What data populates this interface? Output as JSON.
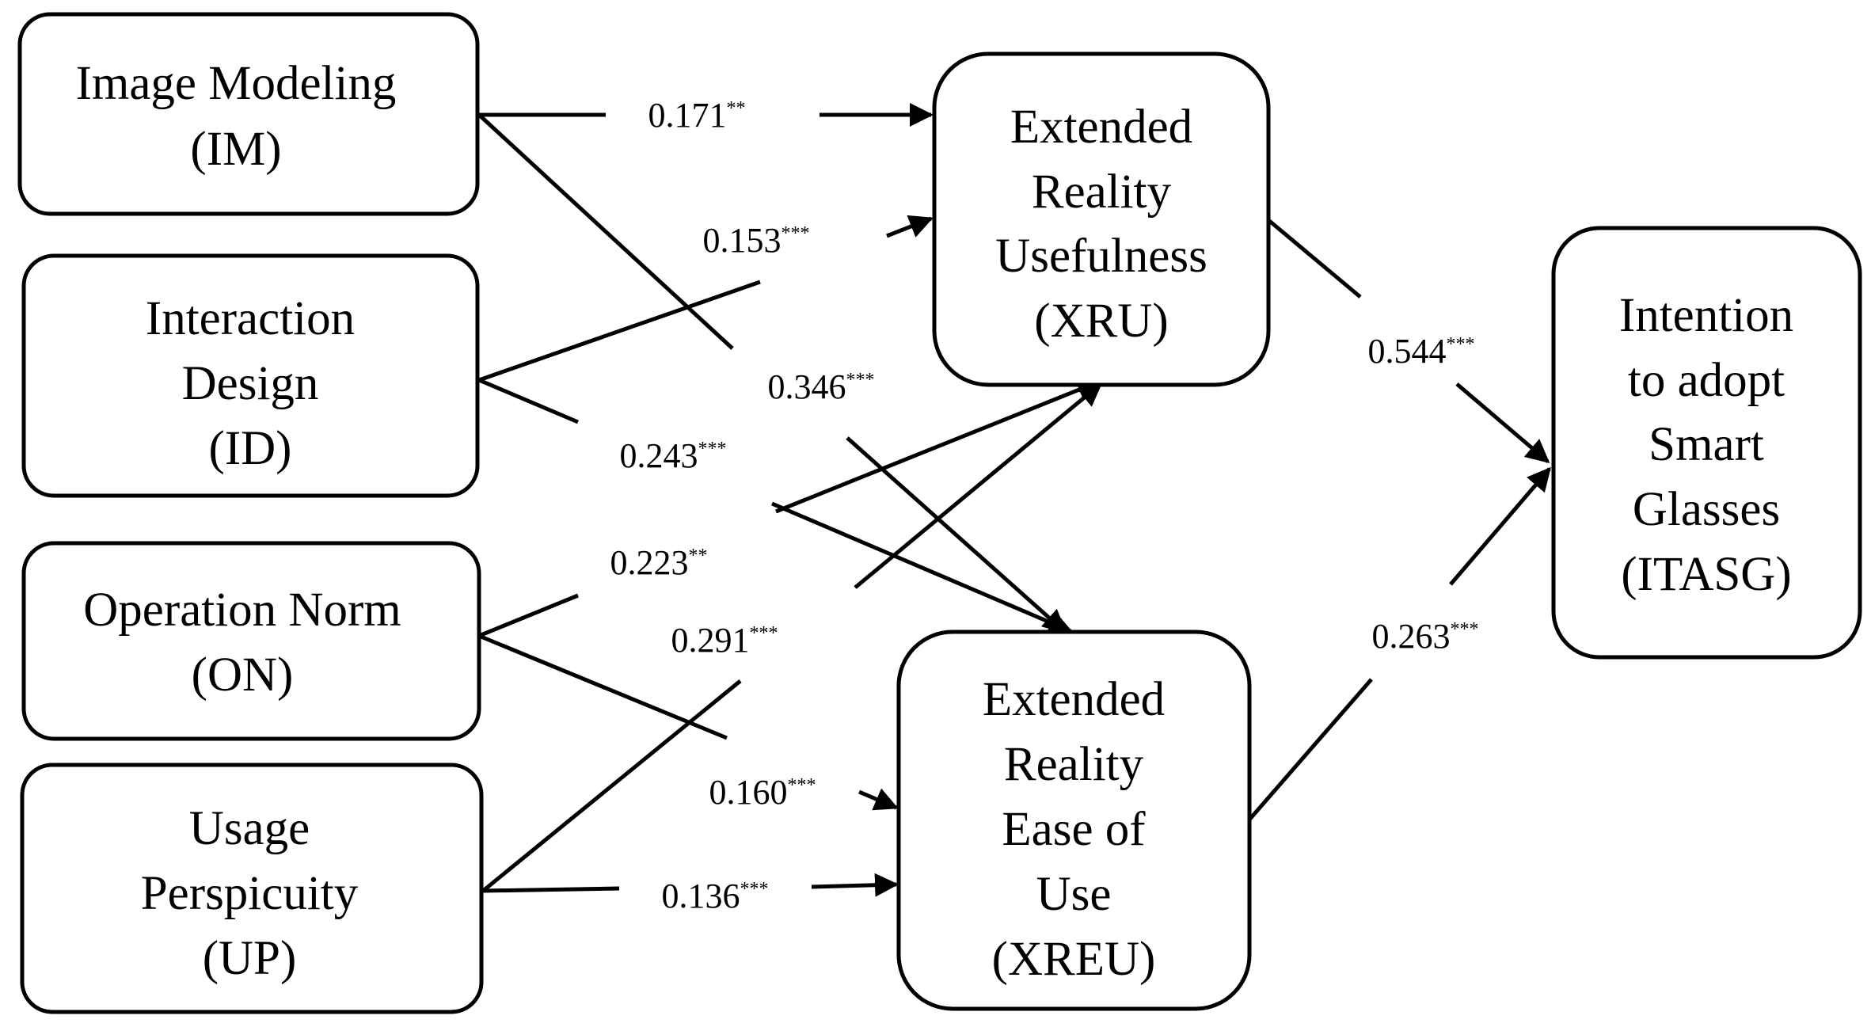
{
  "nodes": {
    "im": {
      "lines": [
        "Image Modeling",
        "(IM)"
      ]
    },
    "id": {
      "lines": [
        "Interaction",
        "Design",
        "(ID)"
      ]
    },
    "on": {
      "lines": [
        "Operation Norm",
        "(ON)"
      ]
    },
    "up": {
      "lines": [
        "Usage",
        "Perspicuity",
        "(UP)"
      ]
    },
    "xru": {
      "lines": [
        "Extended",
        "Reality",
        "Usefulness",
        "(XRU)"
      ]
    },
    "xreu": {
      "lines": [
        "Extended",
        "Reality",
        "Ease of",
        "Use",
        "(XREU)"
      ]
    },
    "itasg": {
      "lines": [
        "Intention",
        "to adopt",
        "Smart",
        "Glasses",
        "(ITASG)"
      ]
    }
  },
  "paths": {
    "im_xru": {
      "value": "0.171",
      "sig": "**"
    },
    "id_xru": {
      "value": "0.153",
      "sig": "***"
    },
    "im_xreu": {
      "value": "0.346",
      "sig": "***"
    },
    "id_xreu": {
      "value": "0.243",
      "sig": "***"
    },
    "on_xru": {
      "value": "0.223",
      "sig": "**"
    },
    "up_xru": {
      "value": "0.291",
      "sig": "***"
    },
    "on_xreu": {
      "value": "0.160",
      "sig": "***"
    },
    "up_xreu": {
      "value": "0.136",
      "sig": "***"
    },
    "xru_itasg": {
      "value": "0.544",
      "sig": "***"
    },
    "xreu_itasg": {
      "value": "0.263",
      "sig": "***"
    }
  }
}
